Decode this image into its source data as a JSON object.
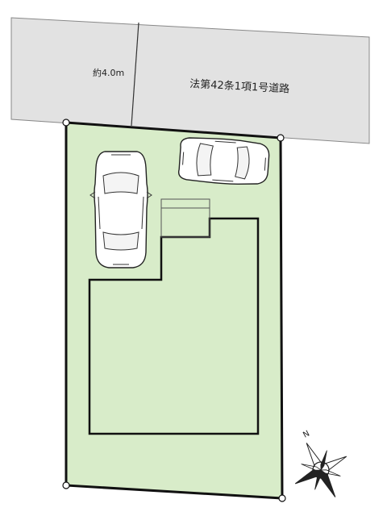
{
  "road": {
    "width_label": "約4.0m",
    "name_label": "法第42条1項1号道路"
  },
  "compass": {
    "north_label": "N"
  },
  "colors": {
    "road_fill": "#e2e2e2",
    "lot_fill": "#d8ecc9",
    "outline": "#111111"
  },
  "icons": [
    "car-icon",
    "car-icon",
    "compass-rose-icon"
  ]
}
